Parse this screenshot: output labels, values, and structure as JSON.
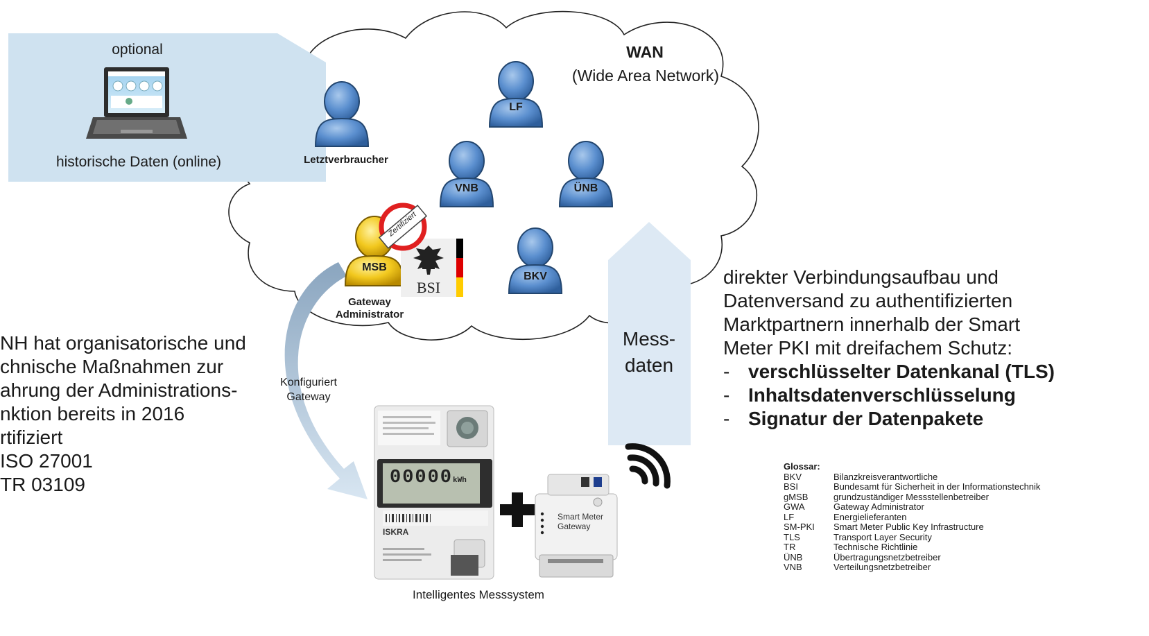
{
  "optional_panel": {
    "top_label": "optional",
    "bottom_label": "historische Daten (online)"
  },
  "wan": {
    "title": "WAN",
    "subtitle": "(Wide Area Network)"
  },
  "persons": [
    {
      "label": "LF",
      "color": "#4f82c0"
    },
    {
      "label": "VNB",
      "color": "#4f82c0"
    },
    {
      "label": "ÜNB",
      "color": "#4f82c0"
    },
    {
      "label": "BKV",
      "color": "#4f82c0"
    },
    {
      "label": "MSB",
      "color": "#f0c000"
    }
  ],
  "letztverbraucher_label": "Letztverbraucher",
  "gateway_admin_label": [
    "Gateway",
    "Administrator"
  ],
  "stamp_text": "Zertifiziert",
  "bsi_text": "BSI",
  "messdaten": [
    "Mess-",
    "daten"
  ],
  "konfiguriert": [
    "Konfiguriert",
    "Gateway"
  ],
  "left_text": [
    "NH hat organisatorische und",
    "chnische Maßnahmen zur",
    "ahrung der Administrations-",
    "nktion bereits in 2016",
    "rtifiziert",
    "ISO 27001",
    "TR 03109"
  ],
  "right_text": [
    "direkter Verbindungsaufbau und",
    "Datenversand zu authentifizierten",
    "Marktpartnern innerhalb der Smart",
    "Meter PKI mit dreifachem Schutz:"
  ],
  "protections": [
    "verschlüsselter Datenkanal (TLS)",
    "Inhaltsdatenverschlüsselung",
    "Signatur der Datenpakete"
  ],
  "gateway_device_label": [
    "Smart Meter",
    "Gateway"
  ],
  "device_caption": "Intelligentes Messsystem",
  "meter_display": "00000",
  "meter_unit": "kWh",
  "meter_brand": "ISKRA",
  "glossar": {
    "title": "Glossar:",
    "items": [
      {
        "abbr": "BKV",
        "text": "Bilanzkreisverantwortliche"
      },
      {
        "abbr": "BSI",
        "text": "Bundesamt für Sicherheit in der Informationstechnik"
      },
      {
        "abbr": "gMSB",
        "text": "grundzuständiger Messstellenbetreiber"
      },
      {
        "abbr": "GWA",
        "text": "Gateway Administrator"
      },
      {
        "abbr": "LF",
        "text": "Energielieferanten"
      },
      {
        "abbr": "SM-PKI",
        "text": "Smart Meter Public Key Infrastructure"
      },
      {
        "abbr": "TLS",
        "text": "Transport Layer Security"
      },
      {
        "abbr": "TR",
        "text": "Technische Richtlinie"
      },
      {
        "abbr": "ÜNB",
        "text": "Übertragungsnetzbetreiber"
      },
      {
        "abbr": "VNB",
        "text": "Verteilungsnetzbetreiber"
      }
    ]
  },
  "colors": {
    "panel": "#cfe2f0",
    "person_blue": "#4f82c0",
    "person_gold": "#f0c000",
    "stamp_red": "#e02020"
  }
}
